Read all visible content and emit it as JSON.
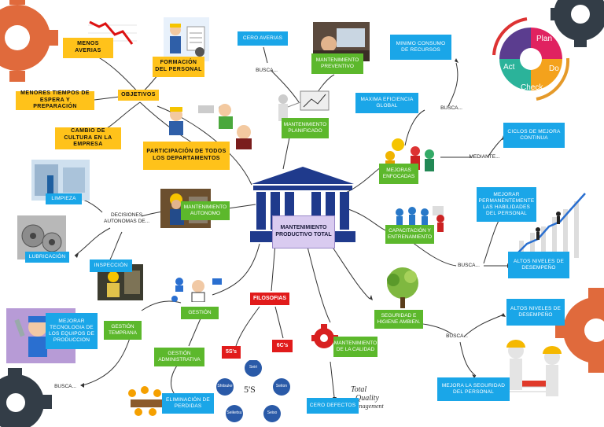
{
  "center": {
    "title": "MANTENIMIENTO PRODUCTIVO TOTAL"
  },
  "nodes": {
    "menos_averias": "MENOS AVERIAS",
    "formacion": "FORMACIÓN DEL PERSONAL",
    "objetivos": "OBJETIVOS",
    "menores_tiempos": "MENORES TIEMPOS DE ESPERA Y PREPARACIÓN",
    "cambio_cultura": "CAMBIO DE CULTURA EN LA EMPRESA",
    "participacion": "PARTICIPACIÓN DE TODOS LOS DEPARTAMENTOS",
    "cero_averias": "CERO AVERIAS",
    "mant_preventivo": "MANTENIMIENTO PREVENTIVO",
    "mant_planificado": "MANTENIMIENTO PLANIFICADO",
    "minimo_consumo": "MINIMO CONSUMO DE RECURSOS",
    "maxima_eficiencia": "MAXIMA EFICIENCIA GLOBAL",
    "ciclos_mejora": "CICLOS DE MEJORA CONTINUA",
    "mejoras_enfocadas": "MEJORAS ENFOCADAS",
    "mejorar_habilidades": "MEJORAR PERMANENTEMENTE LAS HABILIDADES DEL PERSONAL",
    "capacitacion": "CAPACITACIÓN Y ENTRENAMIENTO",
    "altos_niveles_1": "ALTOS NIVELES DE DESEMPEÑO",
    "limpieza": "LIMPIEZA",
    "mant_autonomo": "MANTENIMIENTO AUTONOMO",
    "lubricacion": "LUBRICACIÓN",
    "inspeccion": "INSPECCIÓN",
    "mejorar_tecnologia": "MEJORAR TECNOLOGIA DE LOS EQUIPOS DE PRODUCCION",
    "gestion_temprana": "GESTIÓN TEMPRANA",
    "gestion": "GESTIÓN",
    "filosofias": "FILOSOFIAS",
    "gestion_admin": "GESTIÓN ADMINISTRATIVA",
    "eliminacion_perdidas": "ELIMINACIÓN DE PERDIDAS",
    "s5": "5S's",
    "c6": "6C's",
    "mant_calidad": "MANTENIMIENTO DE LA CALIDAD",
    "cero_defectos": "CERO DEFECTOS",
    "seguridad": "SEGURIDAD E HIGIENE AMBIEN.",
    "altos_niveles_2": "ALTOS NIVELES DE DESEMPEÑO",
    "mejora_seguridad": "MEJORA LA SEGURIDAD DEL PERSONAL"
  },
  "labels": {
    "busca_1": "BUSCA...",
    "busca_2": "BUSCA...",
    "mediante": "MEDIANTE...",
    "decisiones": "DECISIONES AUTONOMAS DE...",
    "busca_3": "BUSCA...",
    "busca_4": "BUSCA...",
    "busca_5": "BUSCA..."
  },
  "pdca": {
    "plan": "Plan",
    "do": "Do",
    "check": "Check",
    "act": "Act"
  },
  "five_s": {
    "center": "5'S",
    "items": [
      "Seiri",
      "Seiton",
      "Seiso",
      "Seiketsu",
      "Shitsuke"
    ]
  },
  "tqm": {
    "line1": "Total",
    "line2": "Quality",
    "line3": "Management"
  },
  "colors": {
    "yellow": "#ffc21a",
    "blue": "#1aa6e8",
    "green": "#5cb82c",
    "red": "#e11b1b",
    "temple": "#1f3a8c",
    "gear_orange": "#e06a3c",
    "gear_dark": "#333d47"
  }
}
